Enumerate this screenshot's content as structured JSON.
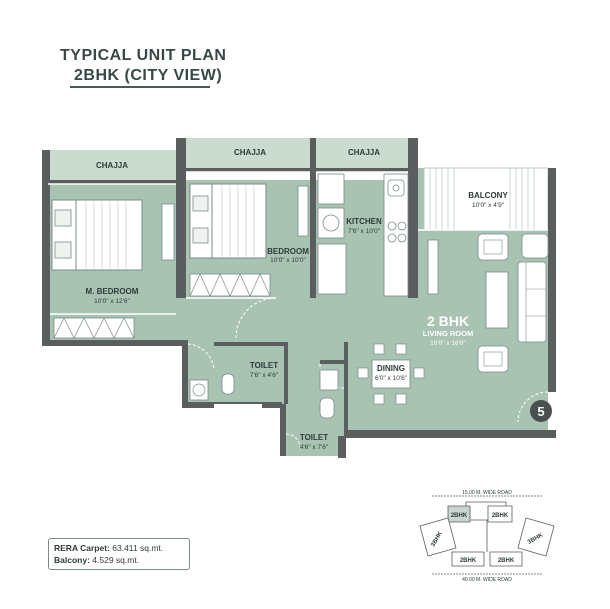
{
  "title": {
    "line1": "TYPICAL UNIT PLAN",
    "line2": "2BHK (CITY VIEW)"
  },
  "unit_type": "2 BHK",
  "rooms": {
    "chajja_left": "CHAJJA",
    "chajja_mid": "CHAJJA",
    "chajja_right": "CHAJJA",
    "balcony": {
      "name": "BALCONY",
      "size": "10'0\" x 4'9\""
    },
    "kitchen": {
      "name": "KITCHEN",
      "size": "7'6\" x 10'0\""
    },
    "bedroom": {
      "name": "BEDROOM",
      "size": "10'0\" x 10'0\""
    },
    "master_bedroom": {
      "name": "M. BEDROOM",
      "size": "10'0\" x 12'6\""
    },
    "living_room": {
      "name": "LIVING ROOM",
      "size": "10'0\" x 16'0\""
    },
    "dining": {
      "name": "DINING",
      "size": "6'0\" x 10'6\""
    },
    "toilet_1": {
      "name": "TOILET",
      "size": "7'6\" x 4'6\""
    },
    "toilet_2": {
      "name": "TOILET",
      "size": "4'6\" x 7'6\""
    }
  },
  "unit_number": "5",
  "area": {
    "carpet_label": "RERA Carpet:",
    "carpet_value": "63.411 sq.mt.",
    "balcony_label": "Balcony:",
    "balcony_value": "4.529 sq.mt."
  },
  "key_plan": {
    "top_road": "15.00 M. WIDE ROAD",
    "bottom_road": "40.00 M. WIDE ROAD",
    "units": [
      "2BHK",
      "2BHK",
      "3BHK",
      "3BHK",
      "2BHK",
      "2BHK"
    ]
  },
  "colors": {
    "floor": "#a9c3b3",
    "wall": "#5a5e5e",
    "chajja": "#c9dccf",
    "balcony": "#ffffff",
    "line": "#ffffff"
  }
}
